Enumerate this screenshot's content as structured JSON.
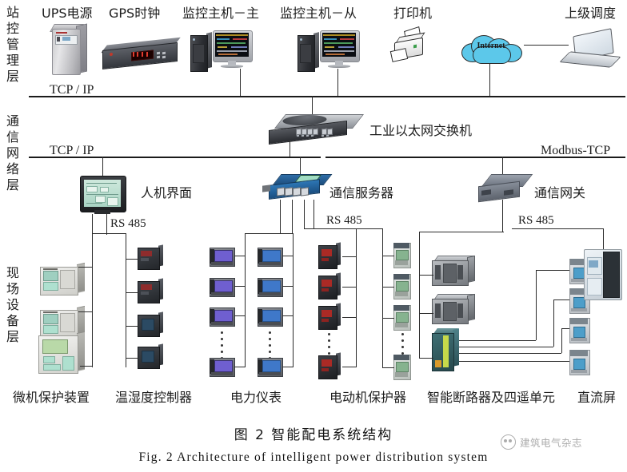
{
  "figure": {
    "caption_cn": "图 2   智能配电系统结构",
    "caption_en": "Fig. 2   Architecture of intelligent power distribution system",
    "watermark": "建筑电气杂志"
  },
  "layers": [
    {
      "id": "station-control",
      "label": "站控管理层"
    },
    {
      "id": "communication-network",
      "label": "通信网络层"
    },
    {
      "id": "field-device",
      "label": "现场设备层"
    }
  ],
  "station_layer": {
    "devices": [
      {
        "id": "ups",
        "label": "UPS电源",
        "icon": "ups-tower-icon"
      },
      {
        "id": "gps-clock",
        "label": "GPS时钟",
        "icon": "rack-clock-icon"
      },
      {
        "id": "scada-master",
        "label": "监控主机－主",
        "icon": "desktop-computer-icon"
      },
      {
        "id": "scada-slave",
        "label": "监控主机－从",
        "icon": "desktop-computer-icon"
      },
      {
        "id": "printer",
        "label": "打印机",
        "icon": "printer-icon"
      },
      {
        "id": "internet",
        "label": "Internet",
        "icon": "cloud-icon"
      },
      {
        "id": "upper-dispatch",
        "label": "上级调度",
        "icon": "laptop-icon"
      }
    ]
  },
  "buses": [
    {
      "id": "bus-top",
      "label": "TCP / IP"
    },
    {
      "id": "bus-mid-left",
      "label": "TCP / IP"
    },
    {
      "id": "bus-mid-right",
      "label": "Modbus-TCP"
    }
  ],
  "network_layer": {
    "switch": {
      "id": "industrial-switch",
      "label": "工业以太网交换机",
      "icon": "ethernet-switch-icon"
    },
    "devices": [
      {
        "id": "hmi",
        "label": "人机界面",
        "icon": "hmi-panel-icon",
        "downlink": "RS 485"
      },
      {
        "id": "comm-server",
        "label": "通信服务器",
        "icon": "comm-server-icon",
        "downlink": "RS 485"
      },
      {
        "id": "comm-gateway",
        "label": "通信网关",
        "icon": "comm-gateway-icon",
        "downlink": "RS 485"
      }
    ]
  },
  "field_layer": {
    "groups": [
      {
        "id": "protection-relay",
        "label": "微机保护装置",
        "count_visible": 3
      },
      {
        "id": "temp-humidity-controller",
        "label": "温湿度控制器",
        "count_visible": 4
      },
      {
        "id": "power-meter",
        "label": "电力仪表",
        "count_visible": 4,
        "columns": 2,
        "has_ellipsis": true
      },
      {
        "id": "motor-protector",
        "label": "电动机保护器",
        "count_visible": 4,
        "columns": 2,
        "has_ellipsis": true
      },
      {
        "id": "smart-breaker-four-remote",
        "label": "智能断路器及四遥单元",
        "acb_count": 2,
        "mccb_count": 4,
        "four_remote_count": 1
      },
      {
        "id": "dc-panel",
        "label": "直流屏",
        "count_visible": 1
      }
    ]
  },
  "colors": {
    "line": "#2b2b2b",
    "cloud": "#5cc8ea",
    "meter_screen": "#6f5fd0",
    "meter_screen_alt": "#3f78c9",
    "four_remote_strip": "#c7d94a",
    "mccb_handle": "#4d9ec9"
  }
}
